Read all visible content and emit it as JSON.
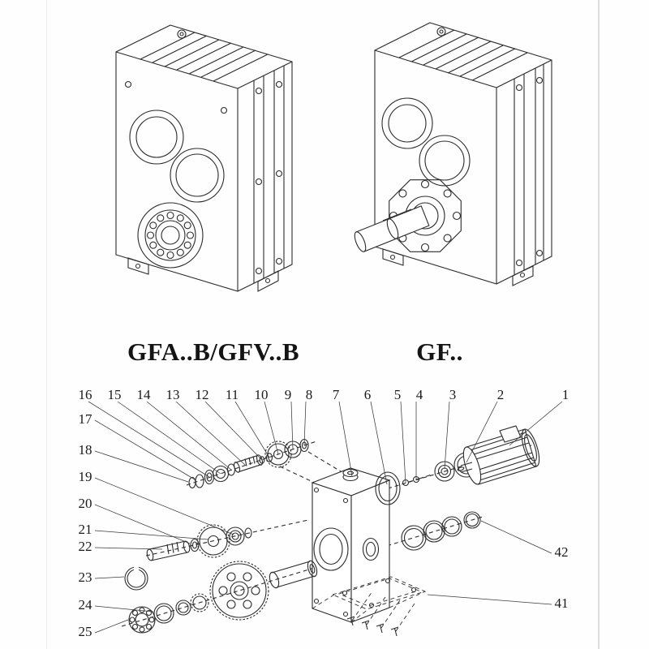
{
  "models": {
    "left_label": "GFA..B/GFV..B",
    "right_label": "GF.."
  },
  "exploded_view": {
    "callouts_top": [
      "16",
      "15",
      "14",
      "13",
      "12",
      "11",
      "10",
      "9",
      "8",
      "7",
      "6",
      "5",
      "4",
      "3",
      "2",
      "1"
    ],
    "callouts_left": [
      "17",
      "18",
      "19",
      "20",
      "21",
      "22",
      "23",
      "24",
      "25"
    ],
    "callouts_right": [
      "42",
      "41"
    ]
  }
}
